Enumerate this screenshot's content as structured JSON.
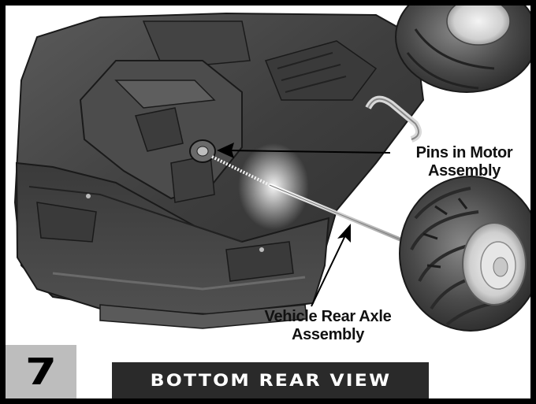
{
  "callouts": {
    "motor_pins": [
      "Pins in Motor",
      "Assembly"
    ],
    "rear_axle": [
      "Vehicle Rear Axle",
      "Assembly"
    ]
  },
  "step": {
    "number": "7"
  },
  "view": {
    "title": "BOTTOM REAR VIEW"
  },
  "colors": {
    "frame": "#000000",
    "step_box": "#bdbdbd",
    "banner": "#2a2a2a",
    "body_plastic": "#4a4a4a"
  }
}
